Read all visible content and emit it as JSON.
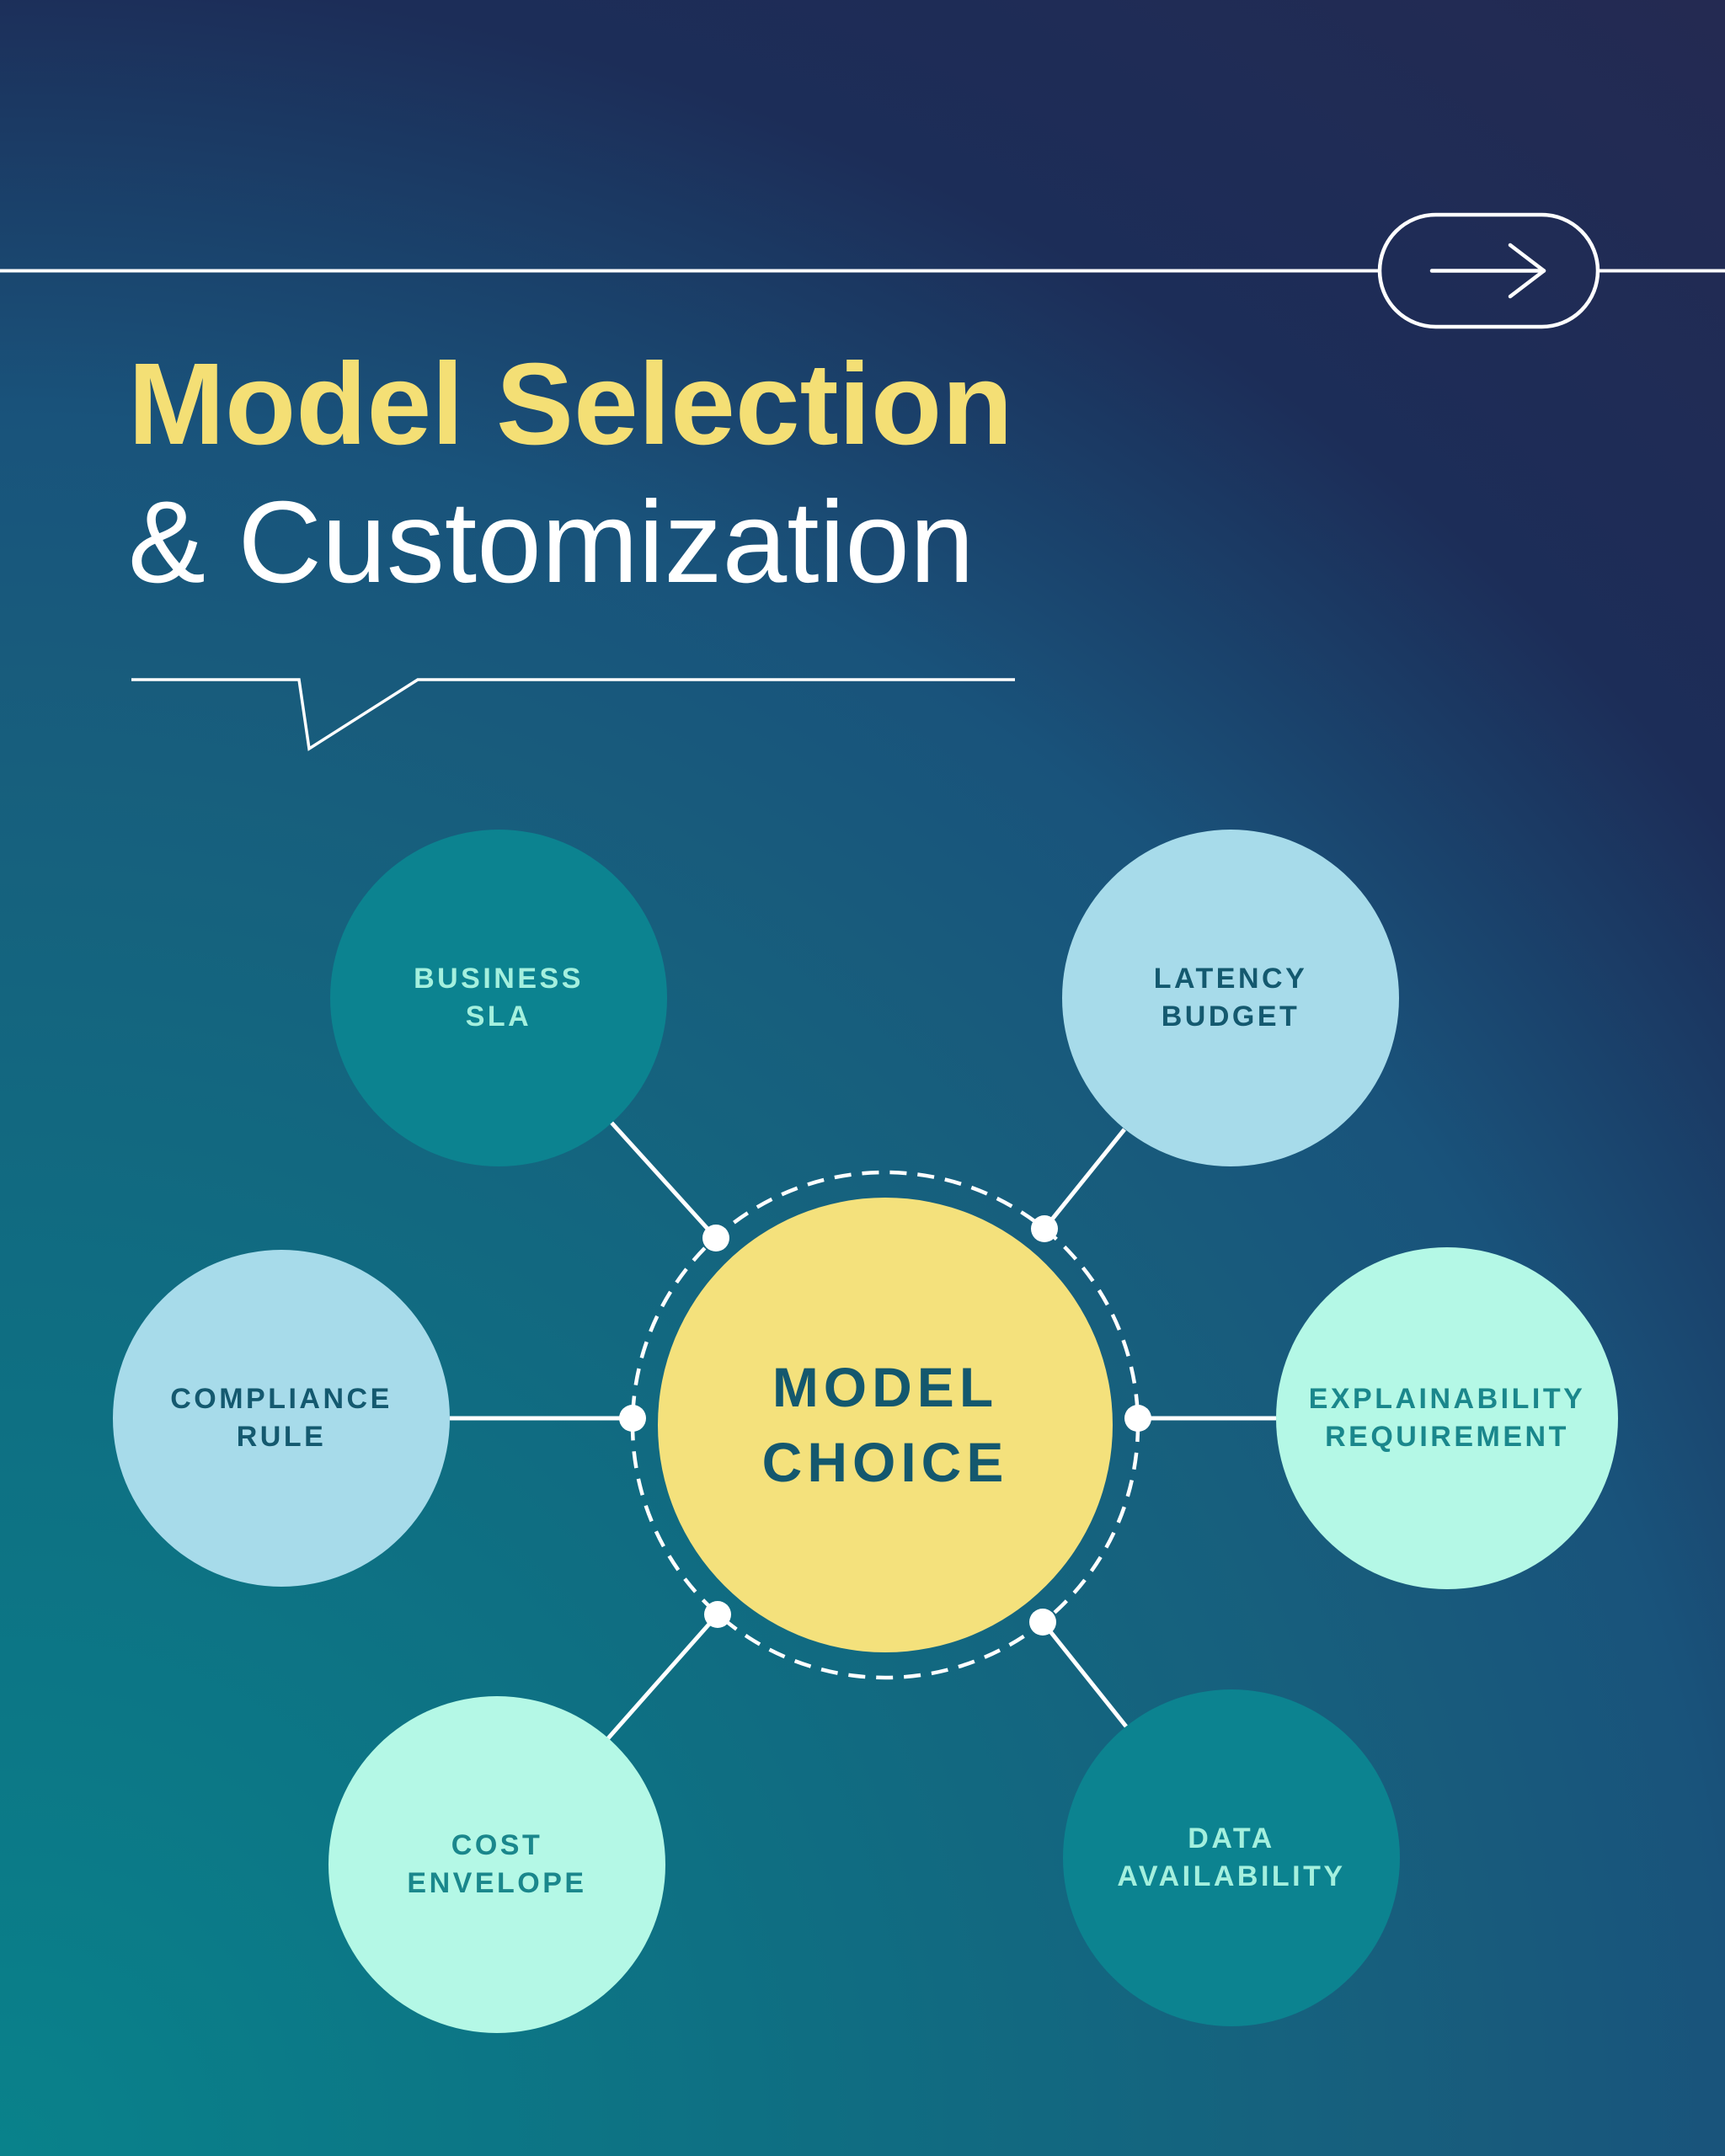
{
  "header": {
    "title_line1": "Model Selection",
    "title_line2": "& Customization"
  },
  "diagram": {
    "center_node": {
      "id": "model-choice",
      "label": "MODEL\nCHOICE",
      "color_style": "yellow"
    },
    "satellite_nodes": [
      {
        "id": "business-sla",
        "label": "BUSINESS\nSLA",
        "color_style": "teal"
      },
      {
        "id": "latency-budget",
        "label": "LATENCY\nBUDGET",
        "color_style": "light-blue"
      },
      {
        "id": "compliance-rule",
        "label": "COMPLIANCE\nRULE",
        "color_style": "light-blue"
      },
      {
        "id": "explainability-requirement",
        "label": "EXPLAINABILITY\nREQUIREMENT",
        "color_style": "mint"
      },
      {
        "id": "cost-envelope",
        "label": "COST\nENVELOPE",
        "color_style": "mint"
      },
      {
        "id": "data-availability",
        "label": "DATA\nAVAILABILITY",
        "color_style": "teal"
      }
    ]
  },
  "icons": {
    "next_arrow": "arrow-right-in-capsule"
  },
  "colors": {
    "title_accent": "#F4DF75",
    "title_secondary": "#FFFFFF",
    "center_fill": "#F4E17C",
    "center_text": "#14586E",
    "teal_fill": "#0C8390",
    "teal_text": "#A4F0DE",
    "light_blue_fill": "#A7DBEA",
    "light_blue_text": "#14596F",
    "mint_fill": "#B4F8E6",
    "mint_text": "#1A878C",
    "line_color": "#FFFFFF"
  }
}
